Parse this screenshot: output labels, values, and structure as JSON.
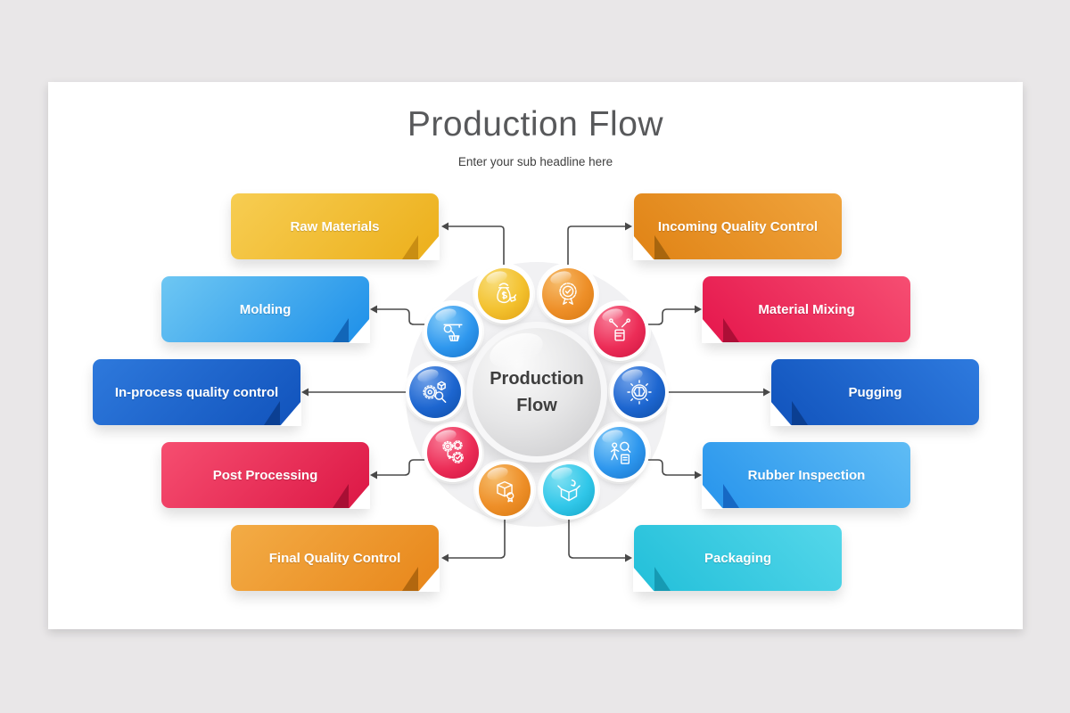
{
  "title": "Production Flow",
  "subtitle": "Enter your sub headline here",
  "center": {
    "line1": "Production",
    "line2": "Flow"
  },
  "connector": {
    "color": "#4a4a4a"
  },
  "nodes": [
    {
      "label": "Raw Materials",
      "side": "left",
      "icon": "sack-icon",
      "colors": {
        "c1": "#F7CD52",
        "c2": "#ECAF1B",
        "fold": "#C98E13",
        "light": "#F8DC77",
        "base": "#F3C12E",
        "dark": "#E09F12"
      }
    },
    {
      "label": "Molding",
      "side": "left",
      "icon": "crane-pour-icon",
      "colors": {
        "c1": "#6EC7F3",
        "c2": "#1D8FE9",
        "fold": "#1266B8",
        "light": "#85CBF8",
        "base": "#2E97EE",
        "dark": "#1672C8"
      }
    },
    {
      "label": "In-process quality control",
      "side": "left",
      "icon": "gear-cube-magnifier-icon",
      "colors": {
        "c1": "#2E79DC",
        "c2": "#1153BC",
        "fold": "#0B3F92",
        "light": "#6D9FE8",
        "base": "#1D66D0",
        "dark": "#0E4CA4"
      }
    },
    {
      "label": "Post Processing",
      "side": "left",
      "icon": "gears-flow-icon",
      "colors": {
        "c1": "#F64E70",
        "c2": "#DC1745",
        "fold": "#A80F34",
        "light": "#F87A95",
        "base": "#EC2D57",
        "dark": "#CE1440"
      }
    },
    {
      "label": "Final Quality Control",
      "side": "left",
      "icon": "box-badge-icon",
      "colors": {
        "c1": "#F3AC46",
        "c2": "#E8861A",
        "fold": "#B2670F",
        "light": "#F6BC6B",
        "base": "#EE8F28",
        "dark": "#D67710"
      }
    },
    {
      "label": "Incoming Quality Control",
      "side": "right",
      "icon": "badge-check-icon",
      "colors": {
        "c1": "#F0A43D",
        "c2": "#E08315",
        "fold": "#A8650E",
        "light": "#F6BC6B",
        "base": "#EE8F28",
        "dark": "#D67710"
      }
    },
    {
      "label": "Material Mixing",
      "side": "right",
      "icon": "beaker-droppers-icon",
      "colors": {
        "c1": "#F64E72",
        "c2": "#E5164C",
        "fold": "#AD0E36",
        "light": "#F87A95",
        "base": "#EC2D57",
        "dark": "#CE1440"
      }
    },
    {
      "label": "Pugging",
      "side": "right",
      "icon": "gear-brain-icon",
      "colors": {
        "c1": "#2E7ADE",
        "c2": "#1153BC",
        "fold": "#0B3F92",
        "light": "#6D9FE8",
        "base": "#1D66D0",
        "dark": "#0E4CA4"
      }
    },
    {
      "label": "Rubber Inspection",
      "side": "right",
      "icon": "person-inspect-icon",
      "colors": {
        "c1": "#5FBCF5",
        "c2": "#2794EC",
        "fold": "#1668C4",
        "light": "#85CBF8",
        "base": "#2E97EE",
        "dark": "#1672C8"
      }
    },
    {
      "label": "Packaging",
      "side": "right",
      "icon": "open-box-arrow-icon",
      "colors": {
        "c1": "#55D7EA",
        "c2": "#22BFD9",
        "fold": "#169AB3",
        "light": "#7FE0F2",
        "base": "#31C7E9",
        "dark": "#14A4C6"
      }
    }
  ]
}
